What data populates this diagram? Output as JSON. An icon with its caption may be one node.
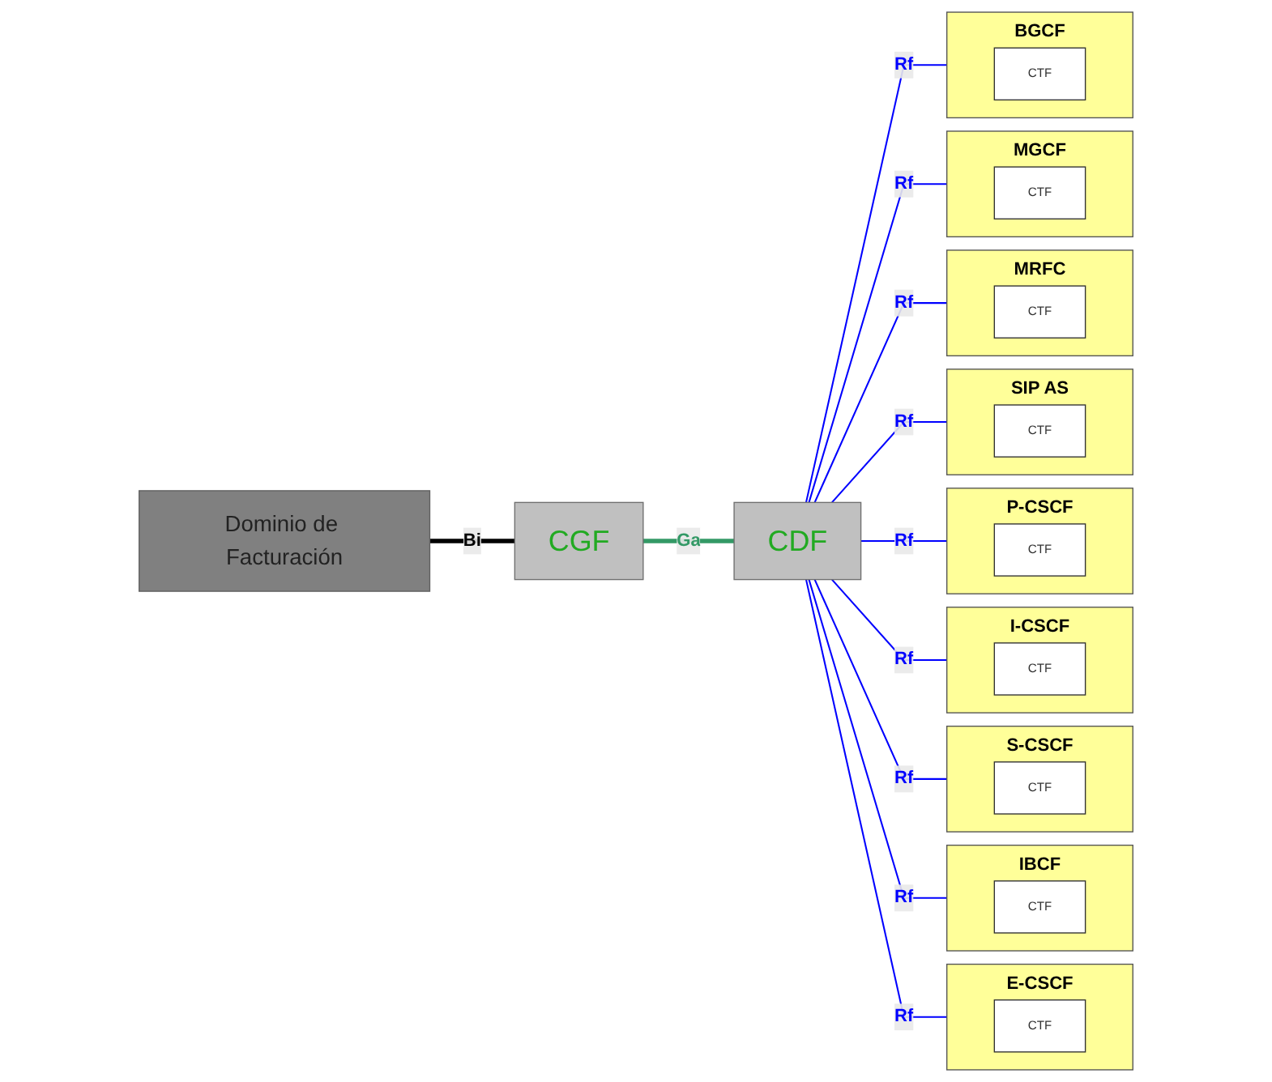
{
  "diagram": {
    "nodes": [
      {
        "text": [
          "Dominio de Facturación"
        ]
      },
      {
        "text": [
          "CGF"
        ]
      },
      {
        "text": [
          "CDF"
        ]
      },
      {
        "text": [
          "BGCF"
        ]
      },
      {
        "text": [
          "CTF"
        ],
        "in": 3
      },
      {
        "text": [
          "MGCF"
        ]
      },
      {
        "text": [
          "CTF"
        ],
        "in": 5
      },
      {
        "text": [
          "MRFC"
        ]
      },
      {
        "text": [
          "CTF"
        ],
        "in": 7
      },
      {
        "text": [
          "SIP AS"
        ]
      },
      {
        "text": [
          "CTF"
        ],
        "in": 9
      },
      {
        "text": [
          "P-CSCF"
        ]
      },
      {
        "text": [
          "CTF"
        ],
        "in": 11
      },
      {
        "text": [
          "I-CSCF"
        ]
      },
      {
        "text": [
          "CTF"
        ],
        "in": 13
      },
      {
        "text": [
          "S-CSCF"
        ]
      },
      {
        "text": [
          "CTF"
        ],
        "in": 15
      },
      {
        "text": [
          "IBCF"
        ]
      },
      {
        "text": [
          "CTF"
        ],
        "in": 17
      },
      {
        "text": [
          "E-CSCF"
        ]
      },
      {
        "text": [
          "CTF"
        ],
        "in": 19
      }
    ],
    "edges": [
      {
        "from": 0,
        "to": 1,
        "arrow": "none",
        "label": "Bi",
        "style": "thick",
        "color": "#000000"
      },
      {
        "from": 1,
        "to": 2,
        "arrow": "none",
        "label": "Ga",
        "style": "thick",
        "color": "#339966"
      },
      {
        "from": 2,
        "to": 3,
        "arrow": "none",
        "label": "Rf"
      },
      {
        "from": 2,
        "to": 5,
        "arrow": "none",
        "label": "Rf"
      },
      {
        "from": 2,
        "to": 7,
        "arrow": "none",
        "label": "Rf"
      },
      {
        "from": 2,
        "to": 9,
        "arrow": "none",
        "label": "Rf"
      },
      {
        "from": 2,
        "to": 11,
        "arrow": "none",
        "label": "Rf"
      },
      {
        "from": 2,
        "to": 13,
        "arrow": "none",
        "label": "Rf"
      },
      {
        "from": 2,
        "to": 15,
        "arrow": "none",
        "label": "Rf"
      },
      {
        "from": 2,
        "to": 17,
        "arrow": "none",
        "label": "Rf"
      },
      {
        "from": 2,
        "to": 19,
        "arrow": "none",
        "label": "Rf"
      }
    ]
  }
}
